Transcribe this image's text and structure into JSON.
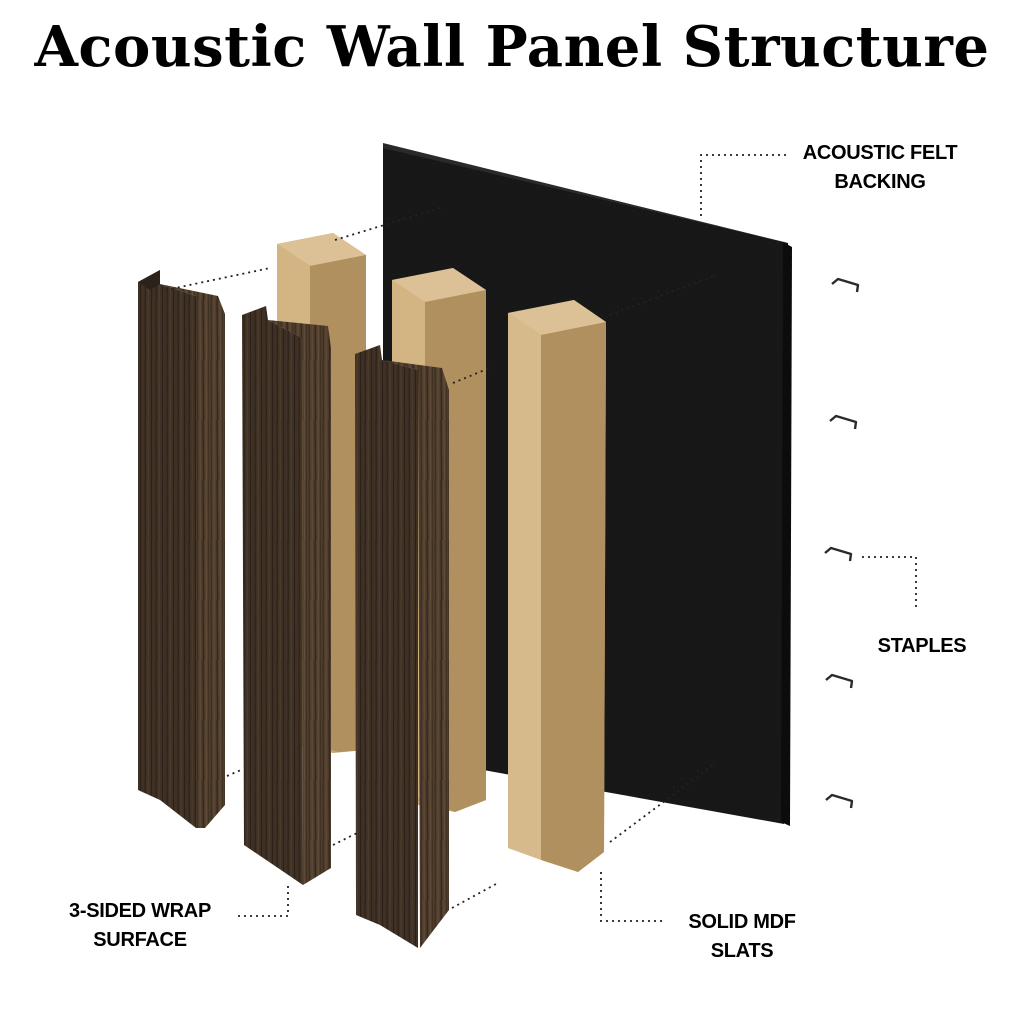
{
  "title": "Acoustic Wall Panel Structure",
  "labels": {
    "felt": [
      "ACOUSTIC FELT",
      "BACKING"
    ],
    "staples": [
      "STAPLES"
    ],
    "wrap": [
      "3-SIDED WRAP",
      "SURFACE"
    ],
    "mdf": [
      "SOLID MDF",
      "SLATS"
    ]
  },
  "components": {
    "felt_backing": "acoustic felt backing panel",
    "mdf_slats_count": 3,
    "wrap_pieces_count": 3,
    "staples_count": 5
  },
  "colors": {
    "felt": "#161616",
    "mdf_front": "#c9a878",
    "mdf_side": "#b1905f",
    "mdf_top": "#dcc196",
    "wood_dark": "#4b3a2b",
    "wood_mid": "#5c4835",
    "text": "#000000"
  }
}
